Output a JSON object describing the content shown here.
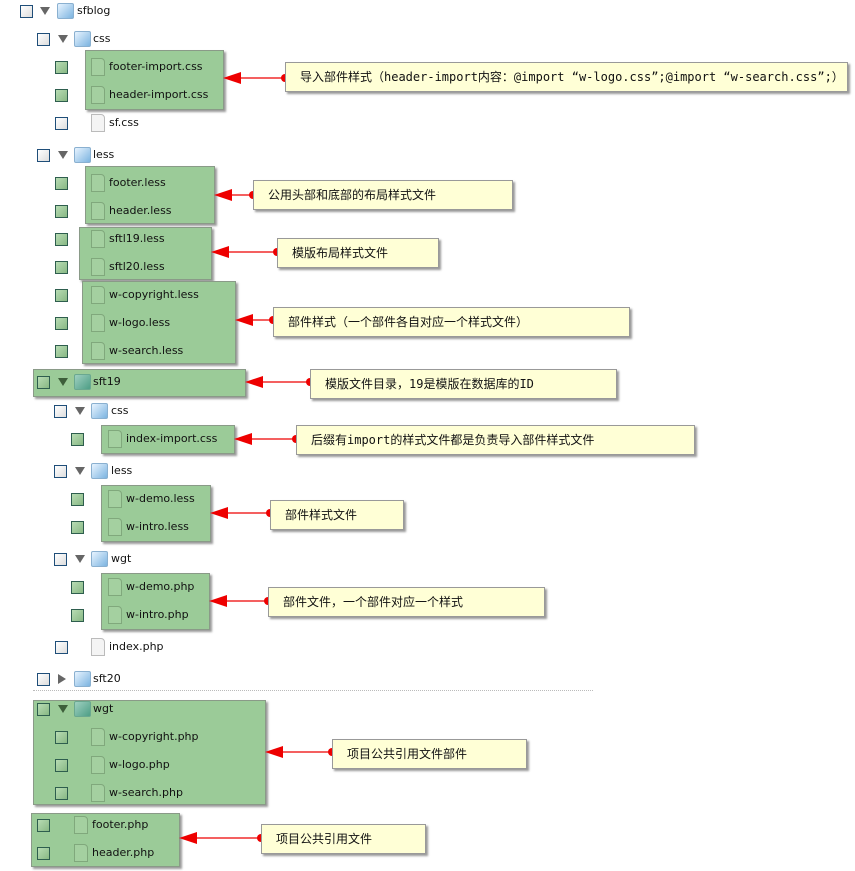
{
  "tree": [
    {
      "label": "sfblog",
      "type": "folder"
    },
    {
      "label": "css",
      "type": "folder"
    },
    {
      "label": "footer-import.css",
      "type": "file"
    },
    {
      "label": "header-import.css",
      "type": "file"
    },
    {
      "label": "sf.css",
      "type": "file"
    },
    {
      "label": "less",
      "type": "folder"
    },
    {
      "label": "footer.less",
      "type": "file"
    },
    {
      "label": "header.less",
      "type": "file"
    },
    {
      "label": "sftl19.less",
      "type": "file"
    },
    {
      "label": "sftl20.less",
      "type": "file"
    },
    {
      "label": "w-copyright.less",
      "type": "file"
    },
    {
      "label": "w-logo.less",
      "type": "file"
    },
    {
      "label": "w-search.less",
      "type": "file"
    },
    {
      "label": "sft19",
      "type": "folder"
    },
    {
      "label": "css",
      "type": "folder"
    },
    {
      "label": "index-import.css",
      "type": "file"
    },
    {
      "label": "less",
      "type": "folder"
    },
    {
      "label": "w-demo.less",
      "type": "file"
    },
    {
      "label": "w-intro.less",
      "type": "file"
    },
    {
      "label": "wgt",
      "type": "folder"
    },
    {
      "label": "w-demo.php",
      "type": "file"
    },
    {
      "label": "w-intro.php",
      "type": "file"
    },
    {
      "label": "index.php",
      "type": "file"
    },
    {
      "label": "sft20",
      "type": "folder",
      "collapsed": true
    },
    {
      "label": "wgt",
      "type": "folder"
    },
    {
      "label": "w-copyright.php",
      "type": "file"
    },
    {
      "label": "w-logo.php",
      "type": "file"
    },
    {
      "label": "w-search.php",
      "type": "file"
    },
    {
      "label": "footer.php",
      "type": "file"
    },
    {
      "label": "header.php",
      "type": "file"
    }
  ],
  "callouts": [
    "导入部件样式（header-import内容：@import “w-logo.css”;@import “w-search.css”;）",
    "公用头部和底部的布局样式文件",
    "模版布局样式文件",
    "部件样式（一个部件各自对应一个样式文件）",
    "模版文件目录，19是模版在数据库的ID",
    "后缀有import的样式文件都是负责导入部件样式文件",
    "部件样式文件",
    "部件文件，一个部件对应一个样式",
    "项目公共引用文件部件",
    "项目公共引用文件"
  ],
  "colors": {
    "highlight": "#9bcb98",
    "callout": "#ffffd6",
    "arrow": "#ee0000"
  }
}
